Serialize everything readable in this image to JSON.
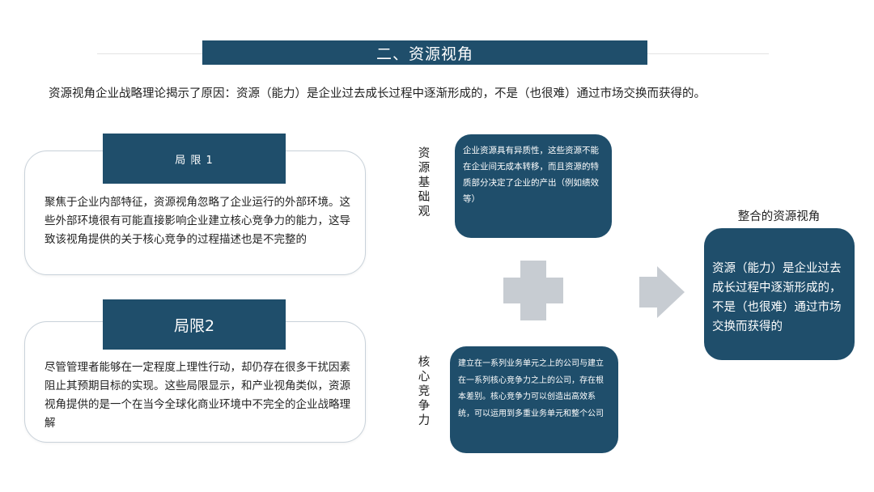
{
  "title": "二、资源视角",
  "intro": "资源视角企业战略理论揭示了原因：资源（能力）是企业过去成长过程中逐渐形成的，不是（也很难）通过市场交换而获得的。",
  "limit1": {
    "heading": "局 限 1",
    "text": "聚焦于企业内部特征，资源视角忽略了企业运行的外部环境。这些外部环境很有可能直接影响企业建立核心竞争力的能力，这导致该视角提供的关于核心竞争的过程描述也是不完整的"
  },
  "limit2": {
    "heading": "局限2",
    "text": "尽管管理者能够在一定程度上理性行动，却仍存在很多干扰因素阻止其预期目标的实现。这些局限显示，和产业视角类似，资源视角提供的是一个在当今全球化商业环境中不完全的企业战略理解"
  },
  "resource_base": {
    "label": "资源基础观",
    "text": "企业资源具有异质性，这些资源不能在企业间无成本转移，而且资源的特质部分决定了企业的产出（例如绩效等）"
  },
  "core_competence": {
    "label": "核心竞争力",
    "text": "建立在一系列业务单元之上的公司与建立在一系列核心竞争力之上的公司，存在根本差别。核心竞争力可以创造出高效系统，可以运用到多重业务单元和整个公司"
  },
  "integrated": {
    "title": "整合的资源视角",
    "text": "资源（能力）是企业过去成长过程中逐渐形成的，不是（也很难）通过市场交换而获得的"
  },
  "colors": {
    "accent": "#1f4e6b",
    "connector": "#c7ccd2"
  },
  "icons": {
    "plus": "plus-icon",
    "arrow": "arrow-right-icon"
  }
}
